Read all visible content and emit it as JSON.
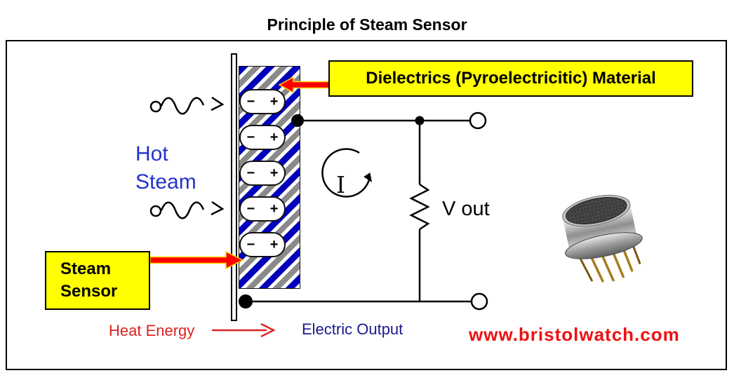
{
  "title": "Principle of Steam Sensor",
  "diagram": {
    "dielectrics_label": "Dielectrics (Pyroelectricitic) Material",
    "steam_sensor": [
      "Steam",
      "Sensor"
    ],
    "hot_steam": [
      "Hot",
      "Steam"
    ],
    "heat_energy": "Heat Energy",
    "electric_output": "Electric Output",
    "v_out": "V out",
    "current_symbol": "I",
    "website": "www.bristolwatch.com",
    "capacitor_cells": [
      "− +",
      "− +",
      "− +",
      "− +",
      "− +"
    ]
  },
  "colors": {
    "label_bg_yellow": "#ffff00",
    "arrow_red": "#ff0000",
    "wire_black": "#000000",
    "hot_steam_blue": "#2233cc",
    "electric_output_navy": "#19198c",
    "heat_energy_red": "#dd2222",
    "website_red": "#ee1111",
    "stripe_blue": "#0000bb",
    "stripe_gray": "#8a8a8a"
  }
}
